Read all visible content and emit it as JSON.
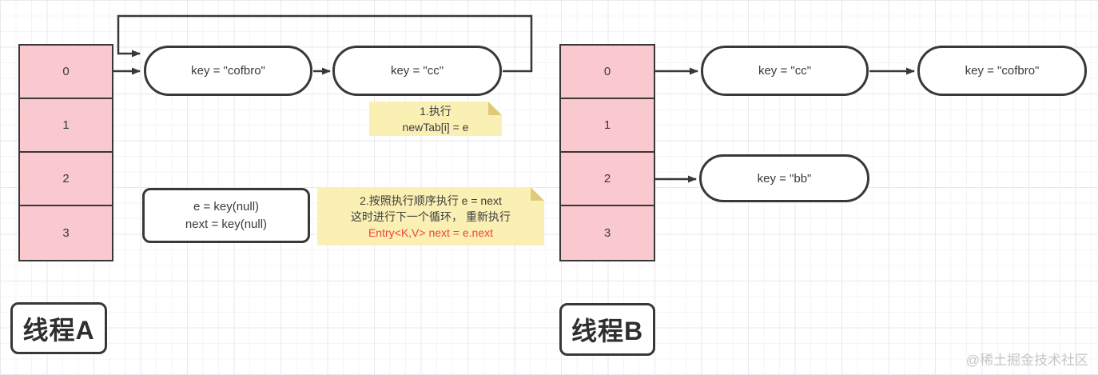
{
  "colors": {
    "stroke": "#383838",
    "array_fill": "#fac8cf",
    "note_bg": "#faf0b4",
    "note_fold": "#dfcb76",
    "red_text": "#f2442f",
    "watermark": "#c6c6c6"
  },
  "thread_a": {
    "label": "线程A",
    "array_cells": [
      "0",
      "1",
      "2",
      "3"
    ],
    "nodes": [
      {
        "label": "key = \"cofbro\""
      },
      {
        "label": "key = \"cc\""
      }
    ],
    "note1": {
      "line1": "1.执行",
      "line2": "newTab[i] = e"
    },
    "state_box": {
      "line1": "e = key(null)",
      "line2": "next = key(null)"
    },
    "note2": {
      "line1": "2.按照执行顺序执行 e = next",
      "line2": "这时进行下一个循环， 重新执行",
      "line3": "Entry<K,V> next = e.next"
    }
  },
  "thread_b": {
    "label": "线程B",
    "array_cells": [
      "0",
      "1",
      "2",
      "3"
    ],
    "nodes": [
      {
        "label": "key = \"cc\""
      },
      {
        "label": "key = \"cofbro\""
      },
      {
        "label": "key = \"bb\""
      }
    ]
  },
  "watermark": "@稀土掘金技术社区"
}
